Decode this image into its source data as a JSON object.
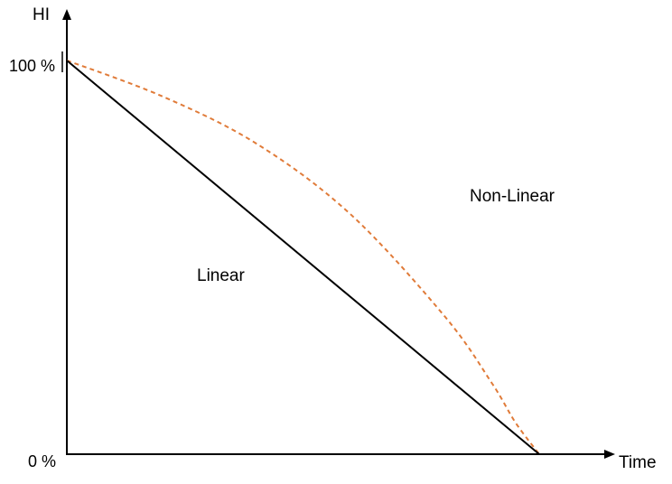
{
  "chart_data": {
    "type": "line",
    "title": "",
    "xlabel": "Time",
    "ylabel": "HI",
    "x_tick_labels": [],
    "y_ticks": [
      {
        "value": 100,
        "label": "100 %"
      },
      {
        "value": 0,
        "label": "0 %"
      }
    ],
    "xlim": [
      0,
      1
    ],
    "ylim": [
      0,
      100
    ],
    "grid": false,
    "legend": "none",
    "series": [
      {
        "label": "Linear",
        "color": "#000000",
        "style": "solid",
        "points": [
          [
            0,
            100
          ],
          [
            1,
            0
          ]
        ]
      },
      {
        "label": "Non-Linear",
        "color": "#e07b39",
        "style": "dashed",
        "points": [
          [
            0,
            100
          ],
          [
            0.2,
            91
          ],
          [
            0.4,
            79
          ],
          [
            0.6,
            61
          ],
          [
            0.8,
            35
          ],
          [
            0.9,
            18
          ],
          [
            0.95,
            8
          ],
          [
            1,
            0
          ]
        ]
      }
    ]
  }
}
